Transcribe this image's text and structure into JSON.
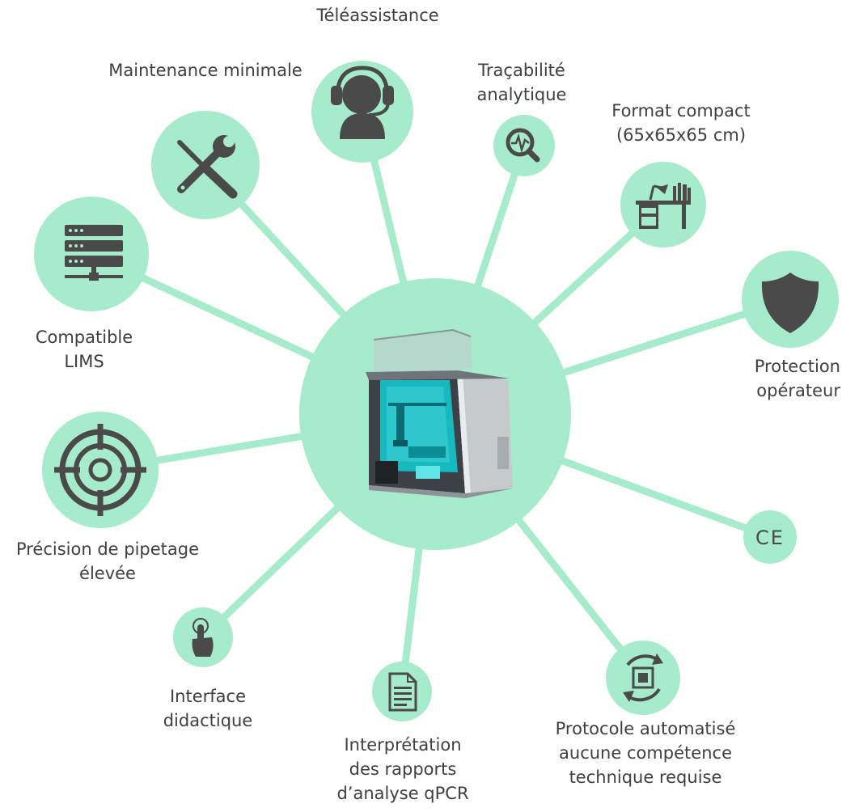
{
  "colors": {
    "circle": "#a6ebcb",
    "icon": "#4a4a4a",
    "text": "#3f3f3f"
  },
  "center": {
    "image": "3d-printer-machine"
  },
  "features": [
    {
      "id": "teleassistance",
      "icon": "headset-user-icon",
      "label": [
        "Téléassistance"
      ]
    },
    {
      "id": "tracabilite",
      "icon": "magnifier-pulse-icon",
      "label": [
        "Traçabilité",
        "analytique"
      ]
    },
    {
      "id": "format",
      "icon": "desk-icon",
      "label": [
        "Format compact",
        "(65x65x65 cm)"
      ]
    },
    {
      "id": "protection",
      "icon": "shield-icon",
      "label": [
        "Protection",
        "opérateur"
      ]
    },
    {
      "id": "ce",
      "icon": "ce-mark-icon",
      "mark": "CE",
      "label": []
    },
    {
      "id": "protocole",
      "icon": "chip-cycle-icon",
      "label": [
        "Protocole automatisé",
        "aucune compétence",
        "technique requise"
      ]
    },
    {
      "id": "interpretation",
      "icon": "document-icon",
      "label": [
        "Interprétation",
        "des rapports",
        "d’analyse qPCR"
      ]
    },
    {
      "id": "interface",
      "icon": "touch-hand-icon",
      "label": [
        "Interface",
        "didactique"
      ]
    },
    {
      "id": "precision",
      "icon": "target-icon",
      "label": [
        "Précision de pipetage",
        "élevée"
      ]
    },
    {
      "id": "lims",
      "icon": "server-icon",
      "label": [
        "Compatible",
        "LIMS"
      ]
    },
    {
      "id": "maintenance",
      "icon": "wrench-screwdriver-icon",
      "label": [
        "Maintenance minimale"
      ]
    }
  ]
}
